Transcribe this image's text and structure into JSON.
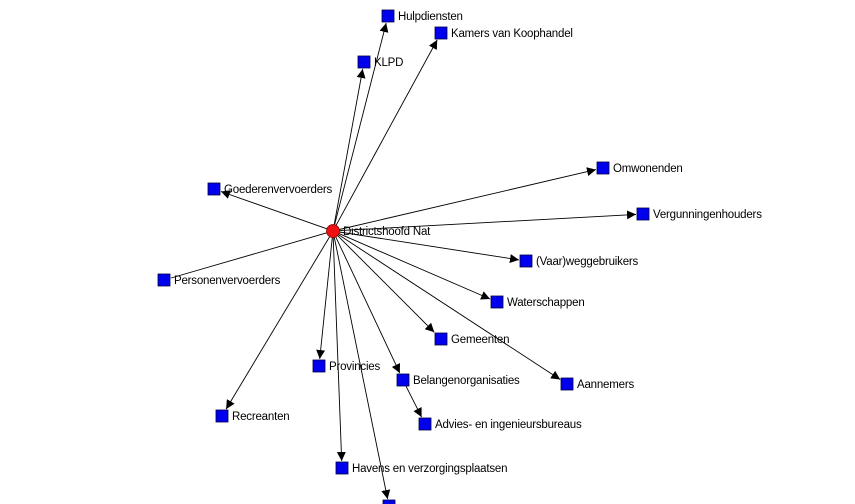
{
  "colors": {
    "center_node": "#ee1111",
    "leaf_node": "#0000ee",
    "edge": "#000000",
    "background": "#ffffff"
  },
  "network": {
    "center": {
      "id": "center",
      "label": "Districtshoofd Nat",
      "shape": "circle"
    },
    "nodes": [
      {
        "id": "hulpdiensten",
        "label": "Hulpdiensten",
        "shape": "square"
      },
      {
        "id": "klpd",
        "label": "KLPD",
        "shape": "square"
      },
      {
        "id": "kamers",
        "label": "Kamers van Koophandel",
        "shape": "square"
      },
      {
        "id": "omwonenden",
        "label": "Omwonenden",
        "shape": "square"
      },
      {
        "id": "vergunning",
        "label": "Vergunningenhouders",
        "shape": "square"
      },
      {
        "id": "goederen",
        "label": "Goederenvervoerders",
        "shape": "square"
      },
      {
        "id": "vaarweg",
        "label": "(Vaar)weggebruikers",
        "shape": "square"
      },
      {
        "id": "personen",
        "label": "Personenvervoerders",
        "shape": "square"
      },
      {
        "id": "waterschappen",
        "label": "Waterschappen",
        "shape": "square"
      },
      {
        "id": "gemeenten",
        "label": "Gemeenten",
        "shape": "square"
      },
      {
        "id": "provincies",
        "label": "Provincies",
        "shape": "square"
      },
      {
        "id": "belangen",
        "label": "Belangenorganisaties",
        "shape": "square"
      },
      {
        "id": "aannemers",
        "label": "Aannemers",
        "shape": "square"
      },
      {
        "id": "recreanten",
        "label": "Recreanten",
        "shape": "square"
      },
      {
        "id": "advies",
        "label": "Advies- en ingenieursbureaus",
        "shape": "square"
      },
      {
        "id": "havens",
        "label": "Havens en verzorgingsplaatsen",
        "shape": "square"
      },
      {
        "id": "offscreen",
        "label": "",
        "shape": "square"
      }
    ],
    "edges": [
      {
        "from": "center",
        "to": "hulpdiensten",
        "directed": true
      },
      {
        "from": "center",
        "to": "klpd",
        "directed": true
      },
      {
        "from": "center",
        "to": "kamers",
        "directed": true
      },
      {
        "from": "center",
        "to": "omwonenden",
        "directed": true
      },
      {
        "from": "center",
        "to": "vergunning",
        "directed": true
      },
      {
        "from": "center",
        "to": "goederen",
        "directed": true
      },
      {
        "from": "center",
        "to": "vaarweg",
        "directed": true
      },
      {
        "from": "center",
        "to": "personen",
        "directed": false
      },
      {
        "from": "center",
        "to": "waterschappen",
        "directed": true
      },
      {
        "from": "center",
        "to": "gemeenten",
        "directed": true
      },
      {
        "from": "center",
        "to": "provincies",
        "directed": true
      },
      {
        "from": "center",
        "to": "belangen",
        "directed": true
      },
      {
        "from": "center",
        "to": "aannemers",
        "directed": true
      },
      {
        "from": "center",
        "to": "recreanten",
        "directed": true
      },
      {
        "from": "center",
        "to": "havens",
        "directed": true
      },
      {
        "from": "center",
        "to": "offscreen",
        "directed": true
      },
      {
        "from": "belangen",
        "to": "advies",
        "directed": true
      }
    ]
  }
}
